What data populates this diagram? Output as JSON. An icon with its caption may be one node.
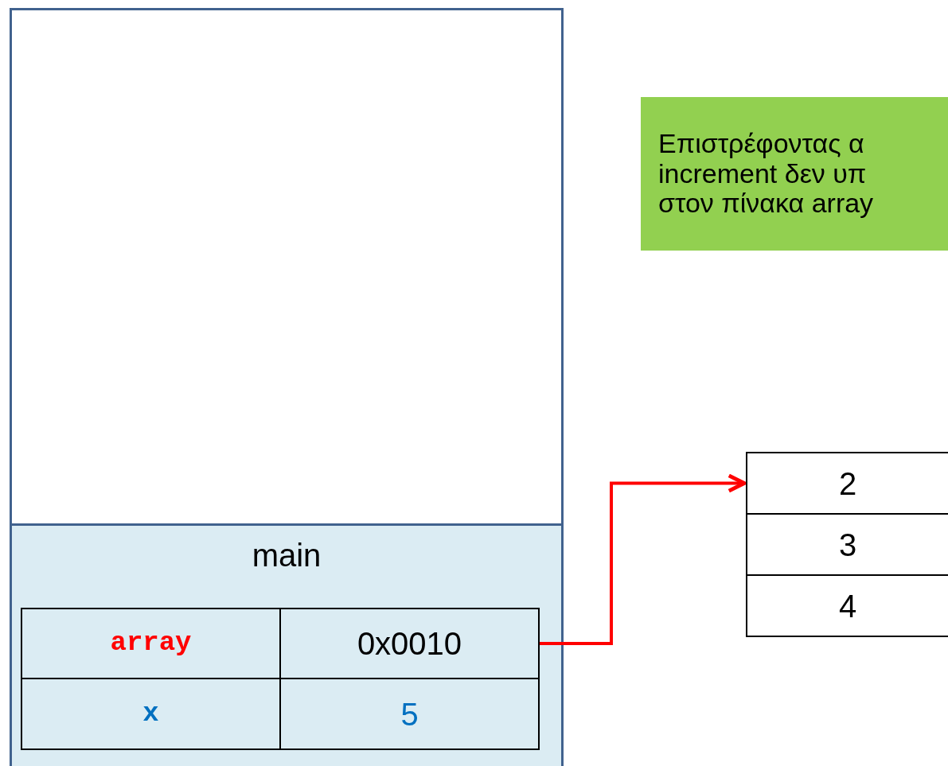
{
  "diagram": {
    "nodes": [
      {
        "text": [],
        "shape": "box"
      },
      {
        "text": [
          "main"
        ],
        "in": 0
      },
      {
        "text": [
          "array"
        ],
        "in": 1
      },
      {
        "text": [
          "0x0010"
        ],
        "in": 1
      },
      {
        "text": [
          "x"
        ],
        "in": 1
      },
      {
        "text": [
          "5"
        ],
        "in": 1
      },
      {
        "text": [
          "2"
        ]
      },
      {
        "text": [
          "3"
        ]
      },
      {
        "text": [
          "4"
        ]
      },
      {
        "text": [
          "Επιστρέφοντας α increment δεν υπ στον πίνακα array"
        ]
      }
    ],
    "edges": [
      {
        "from": 3,
        "to": 6,
        "arrow": "to",
        "color": "#ff0000"
      }
    ]
  }
}
